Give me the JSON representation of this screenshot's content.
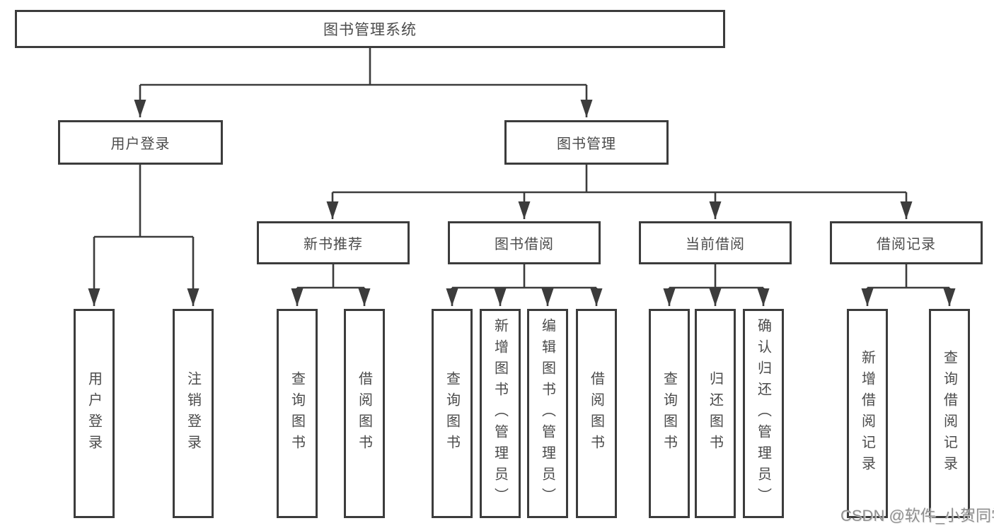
{
  "tree": {
    "root": {
      "label": "图书管理系统"
    },
    "user_login": {
      "label": "用户登录",
      "children": {
        "login": {
          "label": "用户登录"
        },
        "logout": {
          "label": "注销登录"
        }
      }
    },
    "book_mgmt": {
      "label": "图书管理",
      "sections": {
        "new_book_rec": {
          "label": "新书推荐",
          "children": {
            "query_book": {
              "label": "查询图书"
            },
            "borrow_book": {
              "label": "借阅图书"
            }
          }
        },
        "book_borrow": {
          "label": "图书借阅",
          "children": {
            "query_book": {
              "label": "查询图书"
            },
            "add_book": {
              "label": "新增图书（管理员）"
            },
            "edit_book": {
              "label": "编辑图书（管理员）"
            },
            "borrow_book": {
              "label": "借阅图书"
            }
          }
        },
        "current_borrow": {
          "label": "当前借阅",
          "children": {
            "query_book": {
              "label": "查询图书"
            },
            "return_book": {
              "label": "归还图书"
            },
            "confirm_return": {
              "label": "确认归还（管理员）"
            }
          }
        },
        "borrow_record": {
          "label": "借阅记录",
          "children": {
            "add_record": {
              "label": "新增借阅记录"
            },
            "query_record": {
              "label": "查询借阅记录"
            }
          }
        }
      }
    }
  },
  "watermark": "CSDN @软件_小贺同学",
  "colors": {
    "line": "#3c3c3c",
    "text": "#4b4b4b",
    "watermark": "#8f8f8f",
    "background": "#ffffff"
  }
}
